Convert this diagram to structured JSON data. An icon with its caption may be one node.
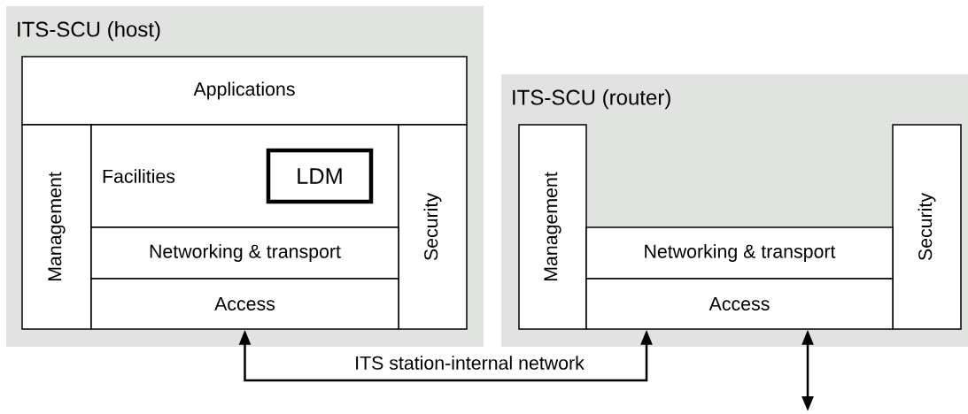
{
  "diagram": {
    "nodes": [
      {
        "text": [
          "ITS-SCU (host)"
        ]
      },
      {
        "text": [
          "Applications"
        ],
        "in": 0
      },
      {
        "text": [
          "Management"
        ],
        "in": 0
      },
      {
        "text": [
          "Facilities"
        ],
        "in": 0
      },
      {
        "text": [
          "LDM"
        ],
        "in": 3
      },
      {
        "text": [
          "Security"
        ],
        "in": 0
      },
      {
        "text": [
          "Networking & transport"
        ],
        "in": 0
      },
      {
        "text": [
          "Access"
        ],
        "in": 0
      },
      {
        "text": [
          "ITS-SCU (router)"
        ]
      },
      {
        "text": [
          "Management"
        ],
        "in": 8
      },
      {
        "text": [
          "Security"
        ],
        "in": 8
      },
      {
        "text": [
          "Networking & transport"
        ],
        "in": 8
      },
      {
        "text": [
          "Access"
        ],
        "in": 8
      }
    ],
    "edges": [
      {
        "from": 7,
        "to": 12,
        "arrow": "both",
        "label": "ITS station-internal network"
      },
      {
        "from": 12,
        "to": null,
        "arrow": "both"
      }
    ]
  }
}
